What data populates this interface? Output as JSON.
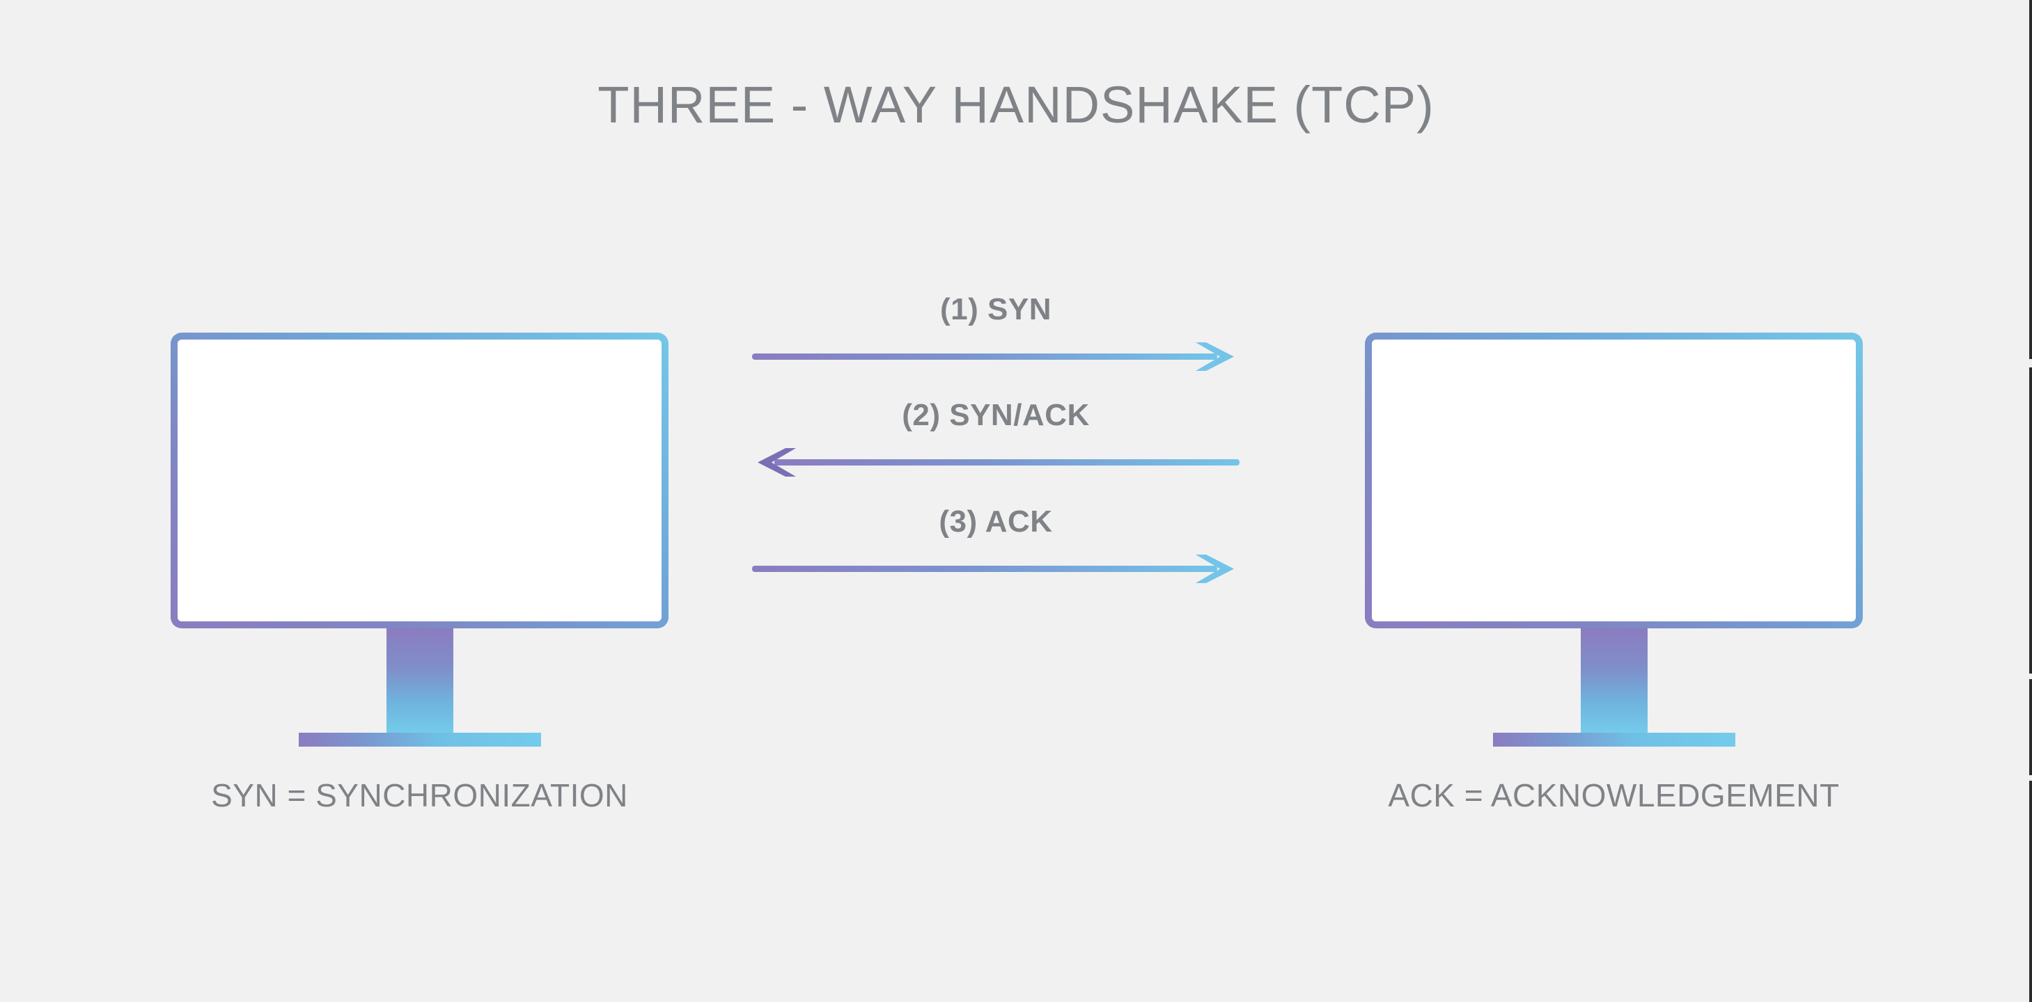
{
  "page": {
    "title": "THREE - WAY HANDSHAKE (TCP)",
    "background_color": "#f1f1f1",
    "text_color": "#7f8286"
  },
  "colors": {
    "gradient_start": "#8b7cc0",
    "gradient_end": "#74cbea",
    "screen_fill": "#ffffff",
    "label_gray": "#7f8286"
  },
  "nodes": [
    {
      "id": "client",
      "icon": "monitor-icon",
      "caption": "SYN = SYNCHRONIZATION"
    },
    {
      "id": "server",
      "icon": "monitor-icon",
      "caption": "ACK = ACKNOWLEDGEMENT"
    }
  ],
  "messages": [
    {
      "step": 1,
      "label": "(1) SYN",
      "direction": "right"
    },
    {
      "step": 2,
      "label": "(2) SYN/ACK",
      "direction": "left"
    },
    {
      "step": 3,
      "label": "(3) ACK",
      "direction": "right"
    }
  ]
}
